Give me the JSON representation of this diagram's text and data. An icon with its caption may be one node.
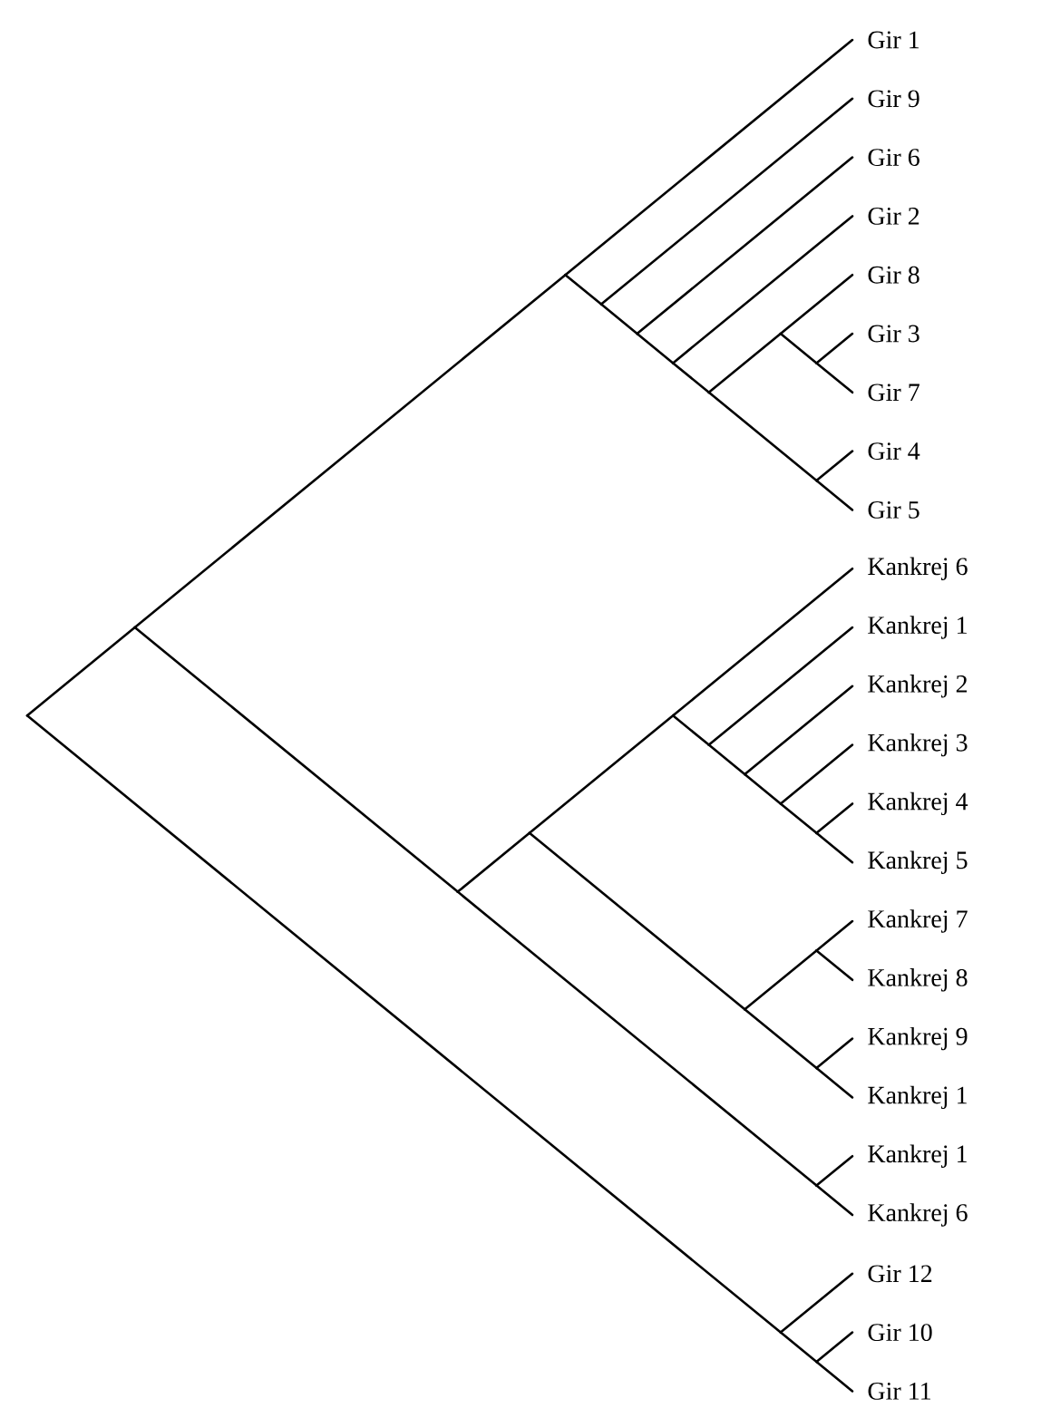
{
  "diagram": {
    "labels": [
      "Gir 1",
      "Gir 9",
      "Gir 6",
      "Gir 2",
      "Gir 8",
      "Gir 3",
      "Gir 7",
      "Gir 4",
      "Gir 5",
      "Kankrej 6",
      "Kankrej 1",
      "Kankrej 2",
      "Kankrej 3",
      "Kankrej 4",
      "Kankrej 5",
      "Kankrej 7",
      "Kankrej 8",
      "Kankrej 9",
      "Kankrej 1",
      "Kankrej 1",
      "Kankrej 6",
      "Gir 12",
      "Gir 10",
      "Gir 11"
    ]
  }
}
